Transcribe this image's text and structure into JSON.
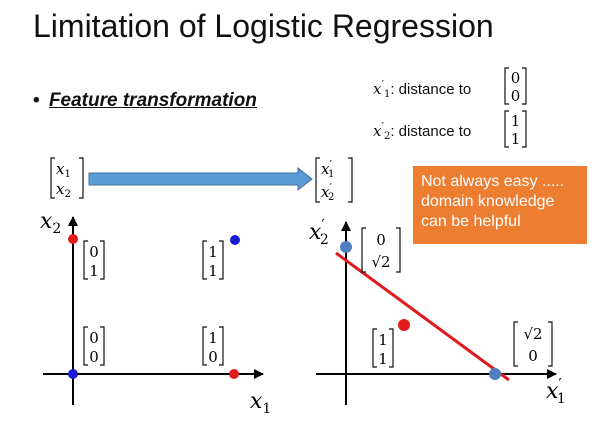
{
  "title": "Limitation of Logistic Regression",
  "bullet": "Feature transformation",
  "definitions": {
    "x1_prime": ": distance to",
    "x2_prime": ": distance to",
    "x1_vector": [
      "0",
      "0"
    ],
    "x2_vector": [
      "1",
      "1"
    ]
  },
  "callout": {
    "lines": [
      "Not always easy .....",
      "domain knowledge",
      "can be helpful"
    ],
    "color": "#ed7d31"
  },
  "left_plot": {
    "x_label": "x",
    "x_label_sub": "1",
    "y_label": "x",
    "y_label_sub": "2",
    "point_labels": {
      "p01": [
        "0",
        "1"
      ],
      "p11": [
        "1",
        "1"
      ],
      "p00": [
        "0",
        "0"
      ],
      "p10": [
        "1",
        "0"
      ]
    }
  },
  "right_plot": {
    "x_label": "x",
    "x_label_sub": "1",
    "y_label": "x",
    "y_label_sub": "2",
    "point_labels": {
      "top": [
        "0",
        "√2"
      ],
      "mid": [
        "1",
        "1"
      ],
      "right": [
        "√2",
        "0"
      ]
    }
  },
  "input_vector": [
    "x",
    "x"
  ],
  "input_vector_subs": [
    "1",
    "2"
  ],
  "colors": {
    "red": "#e21b1b",
    "blue": "#1a1ad6",
    "steel_blue": "#4f7fc0",
    "arrow": "#5b9bd5",
    "line": "#e0191c"
  }
}
